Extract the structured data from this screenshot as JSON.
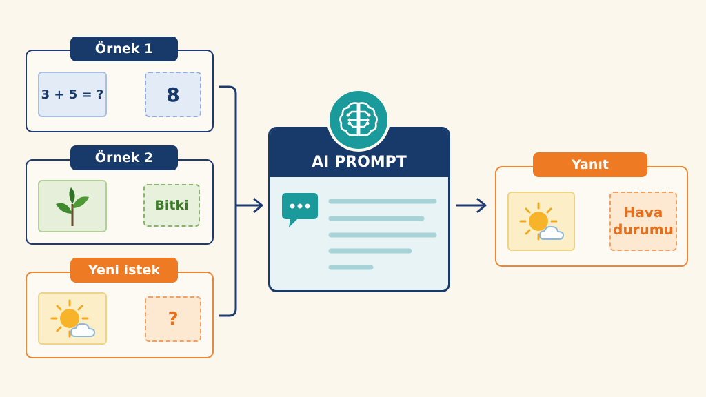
{
  "examples": [
    {
      "label": "Örnek 1",
      "input": "3 + 5 = ?",
      "output": "8"
    },
    {
      "label": "Örnek 2",
      "output": "Bitki"
    }
  ],
  "new_request": {
    "label": "Yeni istek",
    "output": "?"
  },
  "prompt": {
    "title": "AI PROMPT"
  },
  "response": {
    "label": "Yanıt",
    "output_line1": "Hava",
    "output_line2": "durumu"
  },
  "colors": {
    "navy": "#173a6b",
    "teal": "#1a9a9a",
    "orange": "#ee7a24",
    "green": "#3c7a2a"
  },
  "icons": [
    "brain-icon",
    "chat-bubble-icon",
    "plant-icon",
    "sun-cloud-icon",
    "arrow-right-icon"
  ]
}
